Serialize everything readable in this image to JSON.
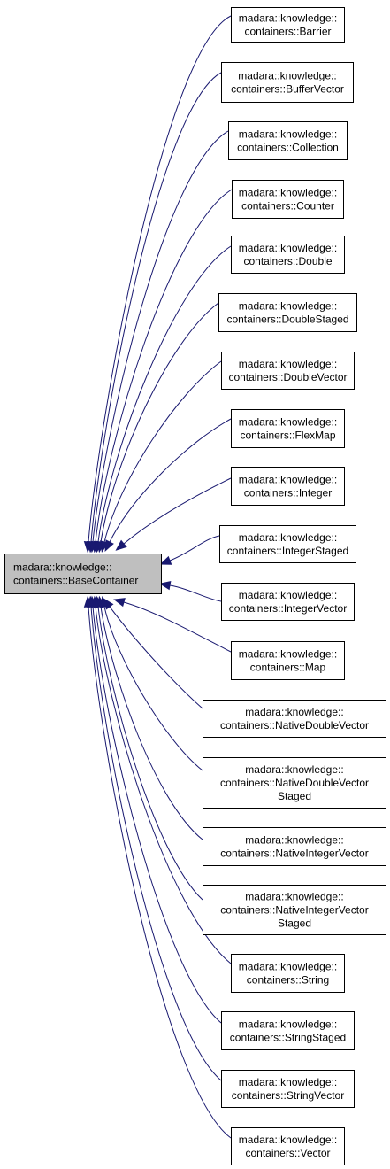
{
  "diagram": {
    "type": "inheritance-graph",
    "base_class": {
      "lines": [
        "madara::knowledge::",
        "containers::BaseContainer"
      ]
    },
    "derived_classes": [
      {
        "lines": [
          "madara::knowledge::",
          "containers::Barrier"
        ]
      },
      {
        "lines": [
          "madara::knowledge::",
          "containers::BufferVector"
        ]
      },
      {
        "lines": [
          "madara::knowledge::",
          "containers::Collection"
        ]
      },
      {
        "lines": [
          "madara::knowledge::",
          "containers::Counter"
        ]
      },
      {
        "lines": [
          "madara::knowledge::",
          "containers::Double"
        ]
      },
      {
        "lines": [
          "madara::knowledge::",
          "containers::DoubleStaged"
        ]
      },
      {
        "lines": [
          "madara::knowledge::",
          "containers::DoubleVector"
        ]
      },
      {
        "lines": [
          "madara::knowledge::",
          "containers::FlexMap"
        ]
      },
      {
        "lines": [
          "madara::knowledge::",
          "containers::Integer"
        ]
      },
      {
        "lines": [
          "madara::knowledge::",
          "containers::IntegerStaged"
        ]
      },
      {
        "lines": [
          "madara::knowledge::",
          "containers::IntegerVector"
        ]
      },
      {
        "lines": [
          "madara::knowledge::",
          "containers::Map"
        ]
      },
      {
        "lines": [
          "madara::knowledge::",
          "containers::NativeDoubleVector"
        ]
      },
      {
        "lines": [
          "madara::knowledge::",
          "containers::NativeDoubleVector",
          "Staged"
        ]
      },
      {
        "lines": [
          "madara::knowledge::",
          "containers::NativeIntegerVector"
        ]
      },
      {
        "lines": [
          "madara::knowledge::",
          "containers::NativeIntegerVector",
          "Staged"
        ]
      },
      {
        "lines": [
          "madara::knowledge::",
          "containers::String"
        ]
      },
      {
        "lines": [
          "madara::knowledge::",
          "containers::StringStaged"
        ]
      },
      {
        "lines": [
          "madara::knowledge::",
          "containers::StringVector"
        ]
      },
      {
        "lines": [
          "madara::knowledge::",
          "containers::Vector"
        ]
      }
    ],
    "colors": {
      "edge": "#191970",
      "base_fill": "#bfbfbf",
      "node_fill": "#ffffff",
      "border": "#000000"
    }
  }
}
